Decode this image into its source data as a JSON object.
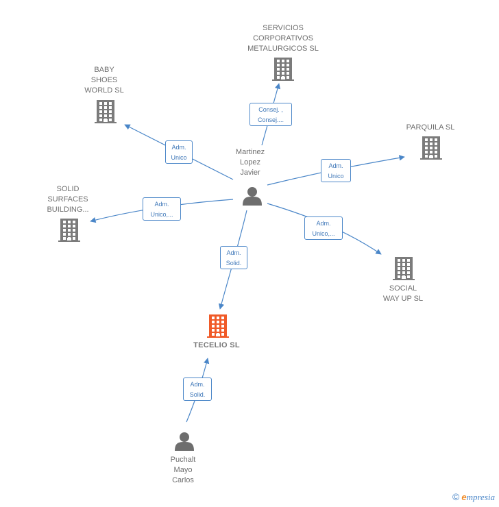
{
  "nodes": [
    {
      "id": "n_servicios",
      "kind": "company",
      "label": "SERVICIOS\nCORPORATIVOS\nMETALURGICOS SL"
    },
    {
      "id": "n_baby",
      "kind": "company",
      "label": "BABY\nSHOES\nWORLD  SL"
    },
    {
      "id": "n_parquila",
      "kind": "company",
      "label": "PARQUILA  SL"
    },
    {
      "id": "n_solid",
      "kind": "company",
      "label": "SOLID\nSURFACES\nBUILDING..."
    },
    {
      "id": "n_social",
      "kind": "company",
      "label": "SOCIAL\nWAY UP  SL"
    },
    {
      "id": "n_tecelio",
      "kind": "company-focus",
      "label": "TECELIO  SL"
    },
    {
      "id": "n_martinez",
      "kind": "person",
      "label": "Martinez\nLopez\nJavier"
    },
    {
      "id": "n_puchalt",
      "kind": "person",
      "label": "Puchalt\nMayo\nCarlos"
    }
  ],
  "edges": [
    {
      "id": "e_servicios",
      "from": "n_martinez",
      "to": "n_servicios",
      "label": "Consej. ,\nConsej...."
    },
    {
      "id": "e_baby",
      "from": "n_martinez",
      "to": "n_baby",
      "label": "Adm.\nUnico"
    },
    {
      "id": "e_parquila",
      "from": "n_martinez",
      "to": "n_parquila",
      "label": "Adm.\nUnico"
    },
    {
      "id": "e_solid",
      "from": "n_martinez",
      "to": "n_solid",
      "label": "Adm.\nUnico,..."
    },
    {
      "id": "e_social",
      "from": "n_martinez",
      "to": "n_social",
      "label": "Adm.\nUnico,..."
    },
    {
      "id": "e_tecelio_m",
      "from": "n_martinez",
      "to": "n_tecelio",
      "label": "Adm.\nSolid."
    },
    {
      "id": "e_tecelio_p",
      "from": "n_puchalt",
      "to": "n_tecelio",
      "label": "Adm.\nSolid."
    }
  ],
  "colors": {
    "company": "#7b7b7b",
    "focus": "#f05a28",
    "person": "#6e6e6e",
    "edge": "#4a86c8"
  },
  "footer": {
    "copyright_symbol": "©",
    "brand_initial": "e",
    "brand_rest": "mpresia"
  }
}
